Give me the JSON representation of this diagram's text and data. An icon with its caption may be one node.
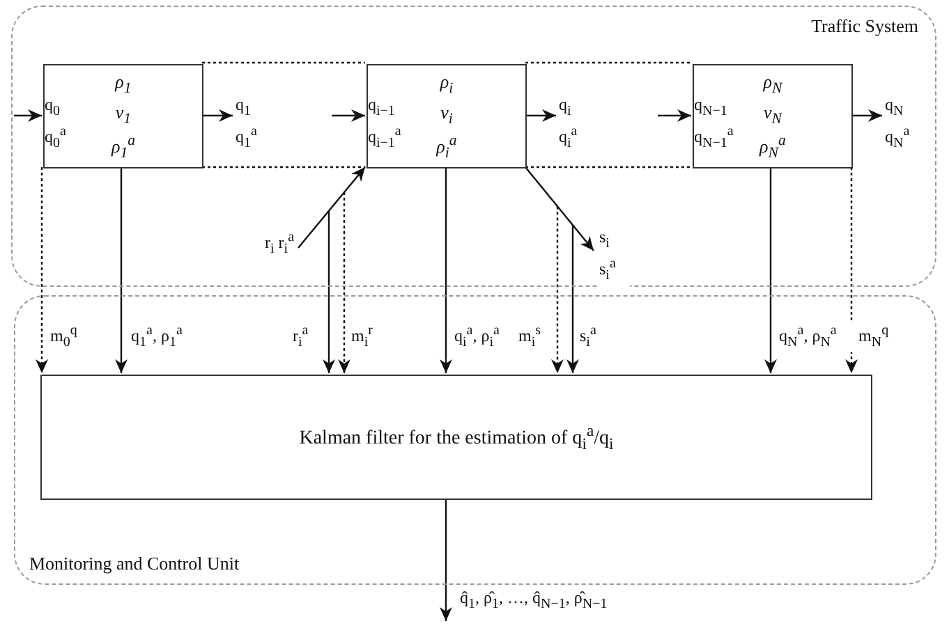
{
  "diagram": {
    "nodes": [
      {
        "text": [
          "Traffic System"
        ]
      },
      {
        "text": [
          "ρ$_{1}$",
          "v$_{1}$",
          "ρ$_{1}$$^{a}$"
        ],
        "in": 0
      },
      {
        "text": [
          "ρ$_{i}$",
          "v$_{i}$",
          "ρ$_{i}$$^{a}$"
        ],
        "in": 0
      },
      {
        "text": [
          "ρ$_{N}$",
          "v$_{N}$",
          "ρ$_{N}$$^{a}$"
        ],
        "in": 0
      },
      {
        "text": [
          "Monitoring and Control Unit"
        ]
      },
      {
        "text": [
          "Kalman filter for the estimation of q$_{i}$$^{a}$/q$_{i}$"
        ],
        "in": 4
      }
    ],
    "edges": [
      {
        "from": null,
        "to": 1,
        "arrow": "to",
        "label": "q$_{0}$ q$_{0}$$^{a}$"
      },
      {
        "from": 1,
        "to": null,
        "arrow": "to",
        "label": "q$_{1}$ q$_{1}$$^{a}$"
      },
      {
        "from": null,
        "to": 2,
        "arrow": "to",
        "label": "q$_{i−1}$ q$_{i−1}$$^{a}$"
      },
      {
        "from": 2,
        "to": null,
        "arrow": "to",
        "label": "q$_{i}$ q$_{i}$$^{a}$"
      },
      {
        "from": null,
        "to": 3,
        "arrow": "to",
        "label": "q$_{N−1}$ q$_{N−1}$$^{a}$"
      },
      {
        "from": 3,
        "to": null,
        "arrow": "to",
        "label": "q$_{N}$ q$_{N}$$^{a}$"
      },
      {
        "from": 1,
        "to": 2,
        "arrow": "none",
        "style": "dashed"
      },
      {
        "from": 1,
        "to": 2,
        "arrow": "none",
        "style": "dashed"
      },
      {
        "from": 2,
        "to": 3,
        "arrow": "none",
        "style": "dashed"
      },
      {
        "from": 2,
        "to": 3,
        "arrow": "none",
        "style": "dashed"
      },
      {
        "from": null,
        "to": 2,
        "arrow": "to",
        "label": "r$_{i}$ r$_{i}$$^{a}$"
      },
      {
        "from": 2,
        "to": null,
        "arrow": "to",
        "label": "s$_{i}$ s$_{i}$$^{a}$"
      },
      {
        "from": 1,
        "to": 5,
        "arrow": "to",
        "style": "dashed",
        "label": "m$_{0}$$^{q}$"
      },
      {
        "from": 1,
        "to": 5,
        "arrow": "to",
        "label": "q$_{1}$$^{a}$, ρ$_{1}$$^{a}$"
      },
      {
        "from": null,
        "to": 5,
        "arrow": "to",
        "label": "r$_{i}$$^{a}$"
      },
      {
        "from": null,
        "to": 5,
        "arrow": "to",
        "style": "dashed",
        "label": "m$_{i}$$^{r}$"
      },
      {
        "from": 2,
        "to": 5,
        "arrow": "to",
        "label": "q$_{i}$$^{a}$, ρ$_{i}$$^{a}$"
      },
      {
        "from": null,
        "to": 5,
        "arrow": "to",
        "style": "dashed",
        "label": "m$_{i}$$^{s}$"
      },
      {
        "from": null,
        "to": 5,
        "arrow": "to",
        "label": "s$_{i}$$^{a}$"
      },
      {
        "from": 3,
        "to": 5,
        "arrow": "to",
        "label": "q$_{N}$$^{a}$, ρ$_{N}$$^{a}$"
      },
      {
        "from": 3,
        "to": 5,
        "arrow": "to",
        "style": "dashed",
        "label": "m$_{N}$$^{q}$"
      },
      {
        "from": 5,
        "to": null,
        "arrow": "to",
        "label": "q̂$_{1}$, ρ̂$_{1}$, …, q̂$_{N−1}$, ρ̂$_{N−1}$"
      }
    ]
  }
}
